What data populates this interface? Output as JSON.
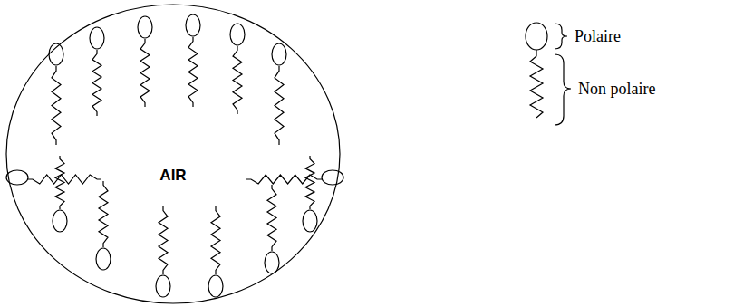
{
  "diagram": {
    "nodes": [
      {
        "text": [
          "AIR"
        ]
      }
    ],
    "legend": [
      {
        "text": "Polaire"
      },
      {
        "text": "Non polaire"
      }
    ]
  }
}
